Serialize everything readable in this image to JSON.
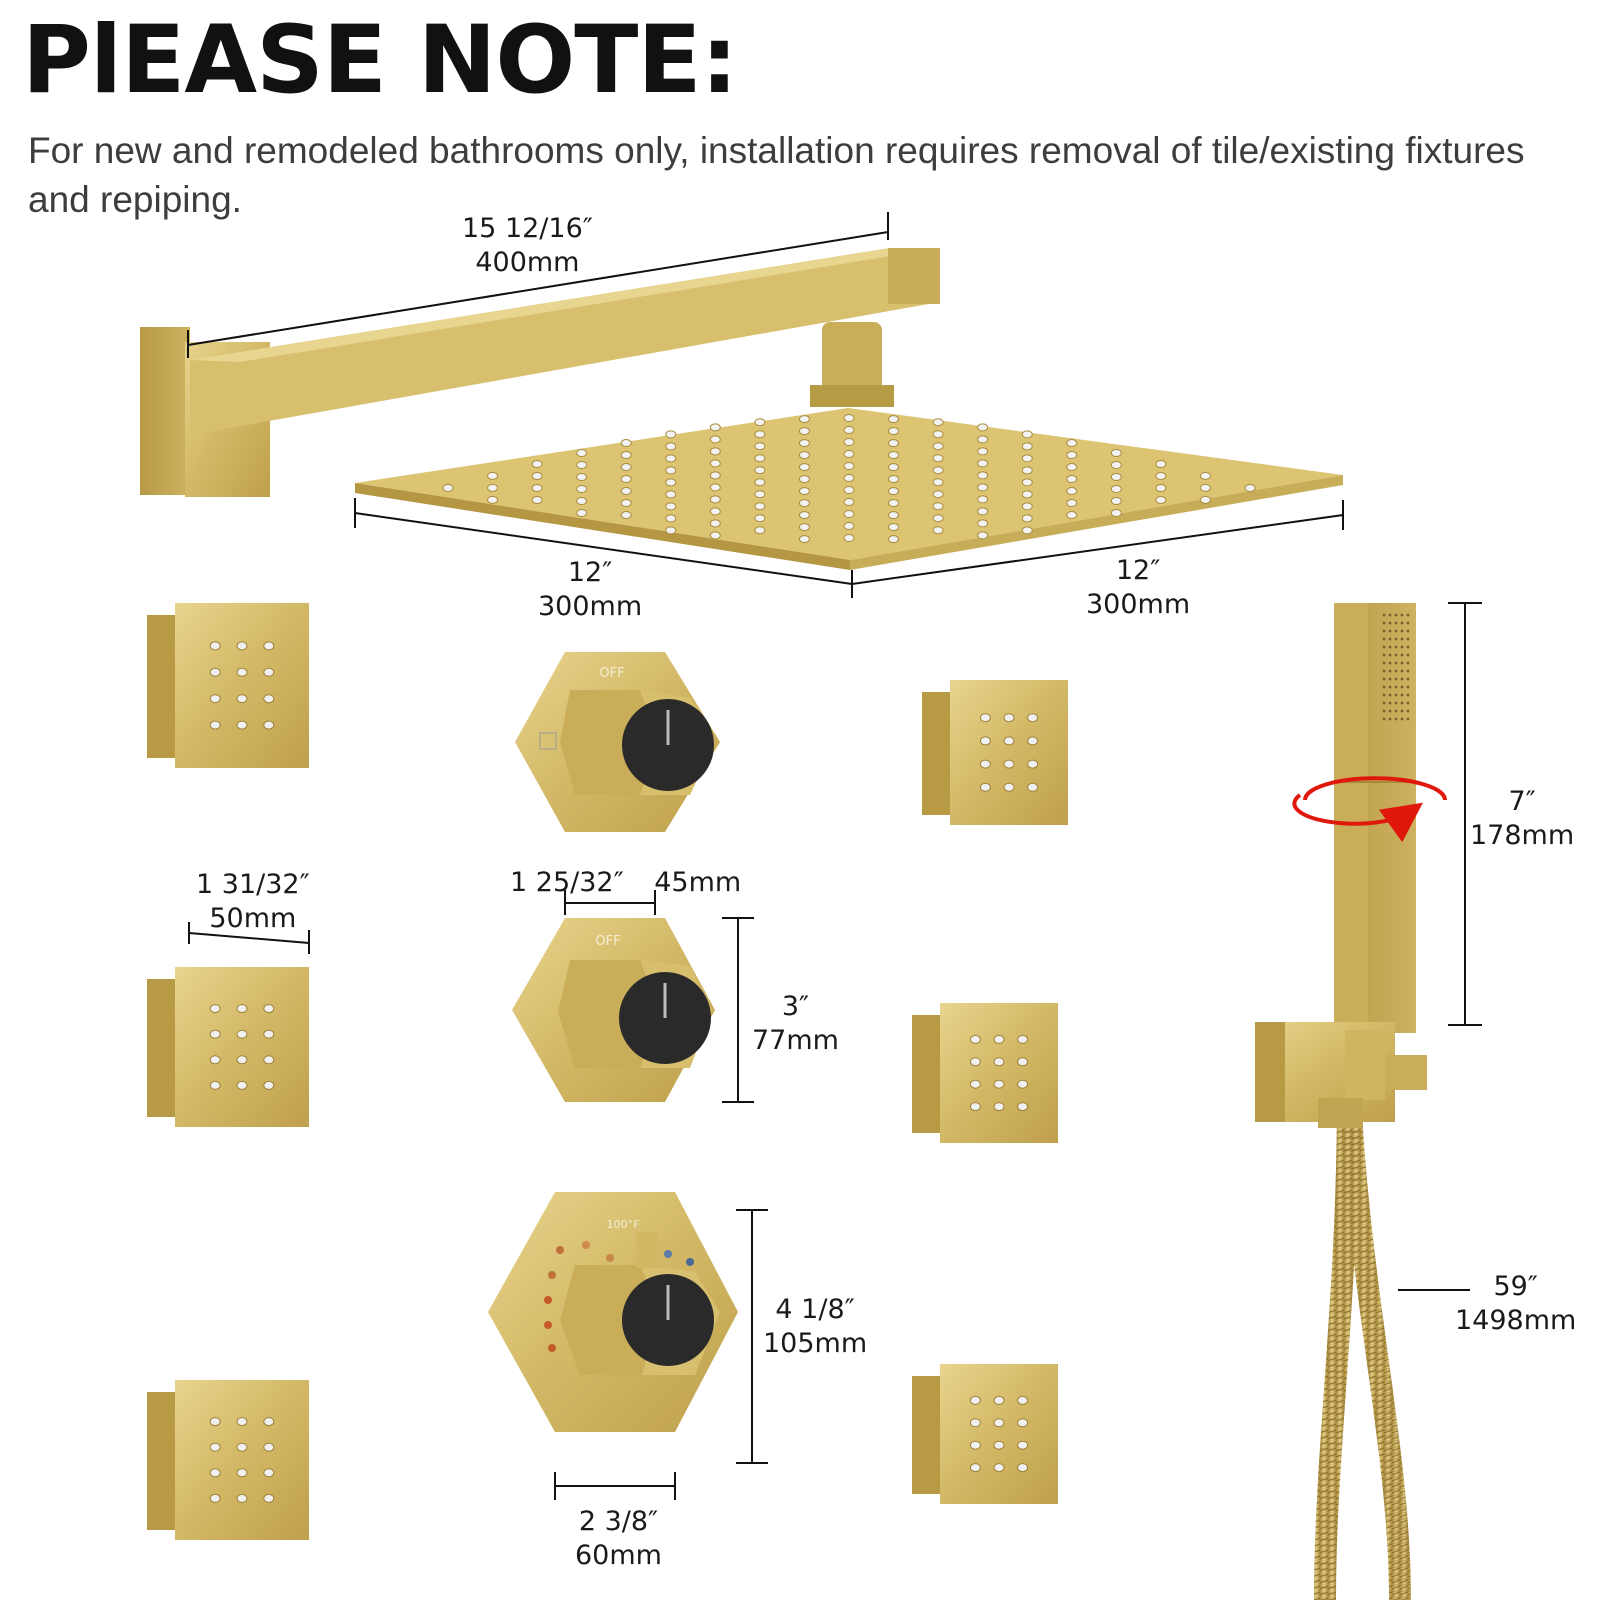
{
  "header": {
    "title": "PlEASE NOTE:",
    "note": "For new and remodeled bathrooms only, installation requires removal of tile/existing fixtures and repiping."
  },
  "dimensions": {
    "arm_length": {
      "imperial": "15 12/16″",
      "metric": "400mm"
    },
    "head_width_left": {
      "imperial": "12″",
      "metric": "300mm"
    },
    "head_width_right": {
      "imperial": "12″",
      "metric": "300mm"
    },
    "body_jet_width": {
      "imperial": "1 31/32″",
      "metric": "50mm"
    },
    "valve_handle_width": {
      "imperial": "1 25/32″",
      "metric": "45mm"
    },
    "valve_height": {
      "imperial": "3″",
      "metric": "77mm"
    },
    "thermostat_height": {
      "imperial": "4 1/8″",
      "metric": "105mm"
    },
    "thermostat_width": {
      "imperial": "2 3/8″",
      "metric": "60mm"
    },
    "handheld_length": {
      "imperial": "7″",
      "metric": "178mm"
    },
    "hose_length": {
      "imperial": "59″",
      "metric": "1498mm"
    }
  },
  "valve_labels": {
    "off_1": "OFF",
    "off_2": "OFF",
    "temperature": "100°F"
  },
  "colors": {
    "brass": "#d4bb68",
    "brass_dark": "#b89a45",
    "brass_light": "#e6d08a",
    "knob": "#2a2a2a",
    "rotate_arrow": "#e0180c",
    "dimension_line": "#111111"
  }
}
